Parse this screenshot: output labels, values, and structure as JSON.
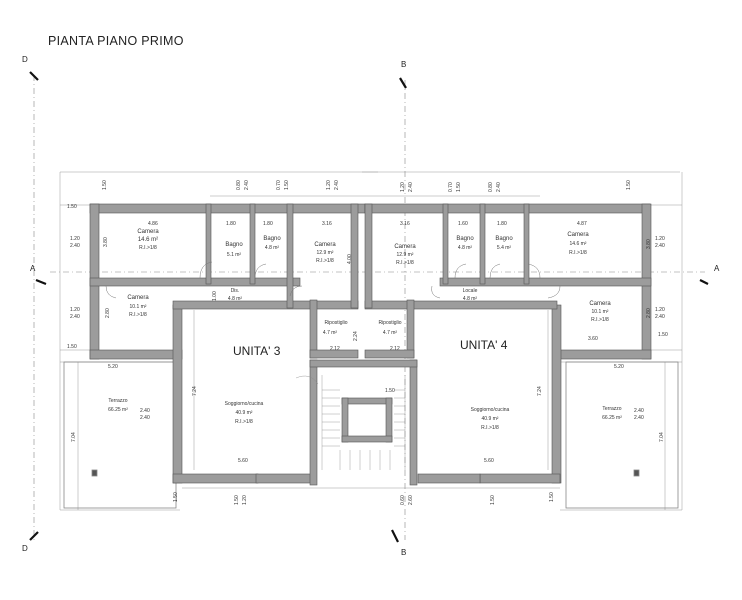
{
  "title": "PIANTA PIANO PRIMO",
  "sections": {
    "a": "A",
    "b": "B",
    "d": "D"
  },
  "units": {
    "unit3": "UNITA' 3",
    "unit4": "UNITA' 4"
  },
  "rooms": {
    "camera_tl": {
      "name": "Camera",
      "area": "14.6 m²",
      "ri": "R.I.>1/8"
    },
    "bagno_l1": {
      "name": "Bagno",
      "area": "5.1 m²"
    },
    "bagno_l2": {
      "name": "Bagno",
      "area": "4.8 m²"
    },
    "camera_cl": {
      "name": "Camera",
      "area": "12.9 m²",
      "ri": "R.I.>1/8"
    },
    "camera_cr": {
      "name": "Camera",
      "area": "12.9 m²",
      "ri": "R.I.>1/8"
    },
    "bagno_r1": {
      "name": "Bagno",
      "area": "4.8 m²"
    },
    "bagno_r2": {
      "name": "Bagno",
      "area": "5.4 m²"
    },
    "camera_tr": {
      "name": "Camera",
      "area": "14.6 m²",
      "ri": "R.I.>1/8"
    },
    "camera_ml": {
      "name": "Camera",
      "area": "10.1 m²",
      "ri": "R.I.>1/8"
    },
    "dis": {
      "name": "Dis.",
      "area": "4.8 m²"
    },
    "locale": {
      "name": "Locale",
      "area": "4.8 m²"
    },
    "camera_mr": {
      "name": "Camera",
      "area": "10.1 m²",
      "ri": "R.I.>1/8"
    },
    "rip_l": {
      "name": "Ripostiglio",
      "area": "4.7 m²"
    },
    "rip_r": {
      "name": "Ripostiglio",
      "area": "4.7 m²"
    },
    "sogg_l": {
      "name": "Soggiorno/cucina",
      "area": "40.9 m²",
      "ri": "R.I.>1/8"
    },
    "sogg_r": {
      "name": "Soggiorno/cucina",
      "area": "40.9 m²",
      "ri": "R.I.>1/8"
    },
    "terr_l": {
      "name": "Terrazzo",
      "area": "66.25 m²"
    },
    "terr_r": {
      "name": "Terrazzo",
      "area": "66.25 m²"
    }
  },
  "dims": {
    "d150a": "1.50",
    "d150b": "1.50",
    "d150c": "1.50",
    "d150d": "1.50",
    "d486": "4.86",
    "d180a": "1.80",
    "d180b": "1.80",
    "d316a": "3.16",
    "d316b": "3.16",
    "d160": "1.60",
    "d180c": "1.80",
    "d487": "4.87",
    "d380a": "3.80",
    "d380b": "3.80",
    "d120a": "1.20",
    "d240a": "2.40",
    "d120b": "1.20",
    "d240b": "2.40",
    "d120c": "1.20",
    "d240c": "2.40",
    "d120d": "1.20",
    "d240d": "2.40",
    "d280a": "2.80",
    "d280b": "2.80",
    "d100": "1.00",
    "d400": "4.00",
    "d224": "2.24",
    "d212a": "2.12",
    "d212b": "2.12",
    "d520a": "5.20",
    "d520b": "5.20",
    "d360": "3.60",
    "d150e": "1.50",
    "d724a": "7.24",
    "d724b": "7.24",
    "d560a": "5.60",
    "d560b": "5.60",
    "d704a": "7.04",
    "d704b": "7.04",
    "d240e": "2.40",
    "d240f": "2.40",
    "d240g": "2.40",
    "d240h": "2.40",
    "t080a": "0.80",
    "t240a": "2.40",
    "t070a": "0.70",
    "t150a": "1.50",
    "t120a": "1.20",
    "t240b": "2.40",
    "t120b": "1.20",
    "t240c": "2.40",
    "t070b": "0.70",
    "t150b": "1.50",
    "t080b": "0.80",
    "t240d": "2.40",
    "b150a": "1.50",
    "b120a": "1.20",
    "b060a": "0.60",
    "b260a": "2.60",
    "b150b": "1.50",
    "b150c": "1.50",
    "b150d": "1.50"
  }
}
